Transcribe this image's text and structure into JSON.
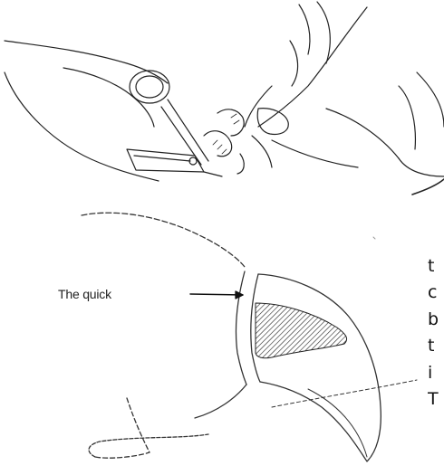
{
  "diagram": {
    "quick_label": "The quick",
    "side_text_lines": [
      "t",
      "c",
      "b",
      "t",
      "i",
      "T"
    ]
  }
}
